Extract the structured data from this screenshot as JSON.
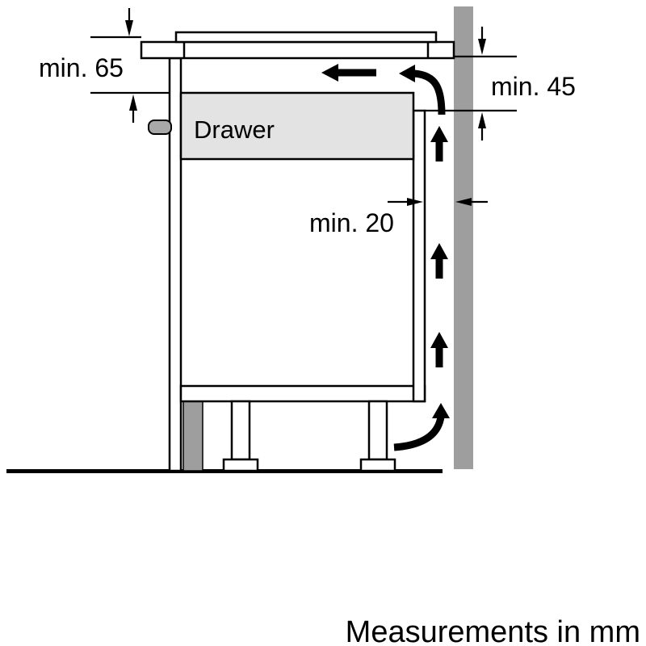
{
  "labels": {
    "drawer": "Drawer",
    "dim_min65": "min. 65",
    "dim_min45": "min. 45",
    "dim_min20": "min. 20",
    "footer": "Measurements in mm"
  },
  "colors": {
    "background": "#ffffff",
    "line": "#000000",
    "wall_fill": "#9e9e9e",
    "plinth_fill": "#9e9e9e",
    "drawer_fill": "#e3e3e3",
    "bracket_fill": "#a8a8a8"
  }
}
